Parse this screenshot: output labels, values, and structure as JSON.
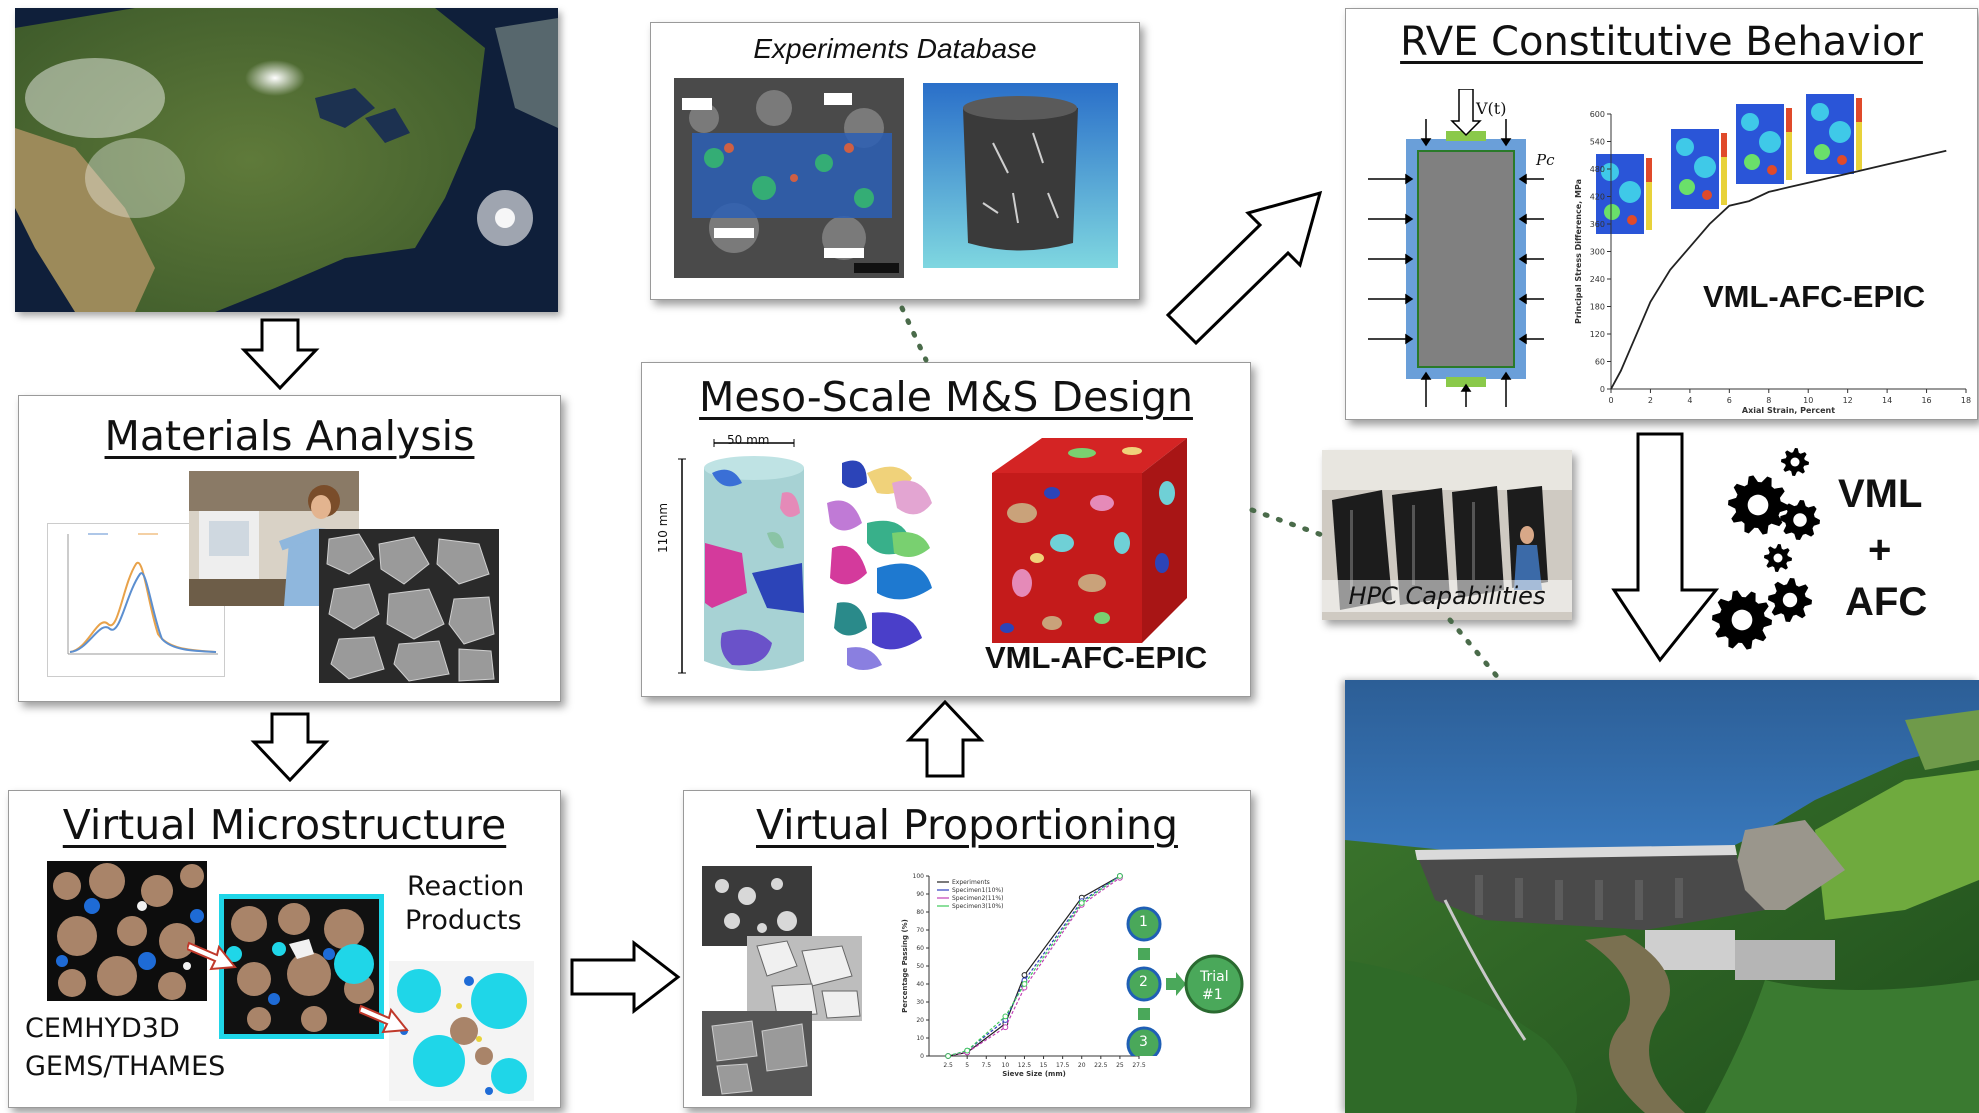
{
  "panels": {
    "materials_analysis": {
      "title": "Materials Analysis"
    },
    "virtual_microstructure": {
      "title": "Virtual Microstructure",
      "reaction_label_line1": "Reaction",
      "reaction_label_line2": "Products",
      "software_line1": "CEMHYD3D",
      "software_line2": "GEMS/THAMES"
    },
    "experiments_database": {
      "title": "Experiments Database"
    },
    "meso_scale": {
      "title": "Meso-Scale M&S Design",
      "width_dim": "50 mm",
      "height_dim": "110 mm",
      "model_label": "VML-AFC-EPIC"
    },
    "virtual_proportioning": {
      "title": "Virtual Proportioning",
      "trial_line1": "Trial",
      "trial_line2": "#1",
      "step_labels": [
        "1",
        "2",
        "3"
      ]
    },
    "rve": {
      "title": "RVE Constitutive Behavior",
      "load_label": "V(t)",
      "pressure_label": "Pc",
      "model_label": "VML-AFC-EPIC",
      "xlabel": "Axial Strain, Percent",
      "ylabel": "Principal Stress Difference, MPa",
      "xticks": [
        "0",
        "2",
        "4",
        "6",
        "8",
        "10",
        "12",
        "14",
        "16",
        "18"
      ],
      "yticks": [
        "0",
        "60",
        "120",
        "180",
        "240",
        "300",
        "360",
        "420",
        "480",
        "540",
        "600"
      ]
    },
    "hpc": {
      "caption": "HPC Capabilities"
    },
    "gears": {
      "line1": "VML",
      "line2": "+",
      "line3": "AFC"
    }
  },
  "chart_data": [
    {
      "type": "line",
      "title": "",
      "xlabel": "Axial Strain, Percent",
      "ylabel": "Principal Stress Difference, MPa",
      "xlim": [
        0,
        18
      ],
      "ylim": [
        0,
        600
      ],
      "series": [
        {
          "x": [
            0,
            0.5,
            1,
            1.5,
            2,
            3,
            4,
            5,
            6,
            7,
            8,
            9,
            10,
            12,
            14,
            16,
            17
          ],
          "y": [
            0,
            40,
            90,
            140,
            190,
            260,
            310,
            360,
            400,
            410,
            430,
            440,
            450,
            470,
            490,
            510,
            520
          ]
        }
      ]
    },
    {
      "type": "line",
      "title": "",
      "xlabel": "Sieve Size (mm)",
      "ylabel": "Percentage Passing (%)",
      "xlim": [
        0,
        27.5
      ],
      "ylim": [
        0,
        100
      ],
      "xticks": [
        "2.5",
        "5",
        "7.5",
        "10",
        "12.5",
        "15",
        "17.5",
        "20",
        "22.5",
        "25",
        "27.5"
      ],
      "yticks": [
        "0",
        "10",
        "20",
        "30",
        "40",
        "50",
        "60",
        "70",
        "80",
        "90",
        "100"
      ],
      "legend": "top-left",
      "series": [
        {
          "name": "Experiments",
          "x": [
            2.5,
            5,
            10,
            12.5,
            20,
            25
          ],
          "y": [
            0,
            2,
            18,
            45,
            88,
            100
          ]
        },
        {
          "name": "Specimen1(10%)",
          "x": [
            2.5,
            5,
            10,
            12.5,
            20,
            25
          ],
          "y": [
            0,
            3,
            20,
            42,
            86,
            100
          ]
        },
        {
          "name": "Specimen2(11%)",
          "x": [
            2.5,
            5,
            10,
            12.5,
            20,
            25
          ],
          "y": [
            0,
            2,
            16,
            38,
            84,
            99
          ]
        },
        {
          "name": "Specimen3(10%)",
          "x": [
            2.5,
            5,
            10,
            12.5,
            20,
            25
          ],
          "y": [
            0,
            3,
            22,
            40,
            85,
            100
          ]
        }
      ]
    }
  ],
  "colors": {
    "accent_gray": "#6f6f6f",
    "dots": "#4a6b4a",
    "gear": "#000000",
    "water": "#2a6cb0",
    "concrete_red": "#c41b1b",
    "microstructure_cyan": "#1fd6e8",
    "aggregate_brown": "#a98469"
  }
}
